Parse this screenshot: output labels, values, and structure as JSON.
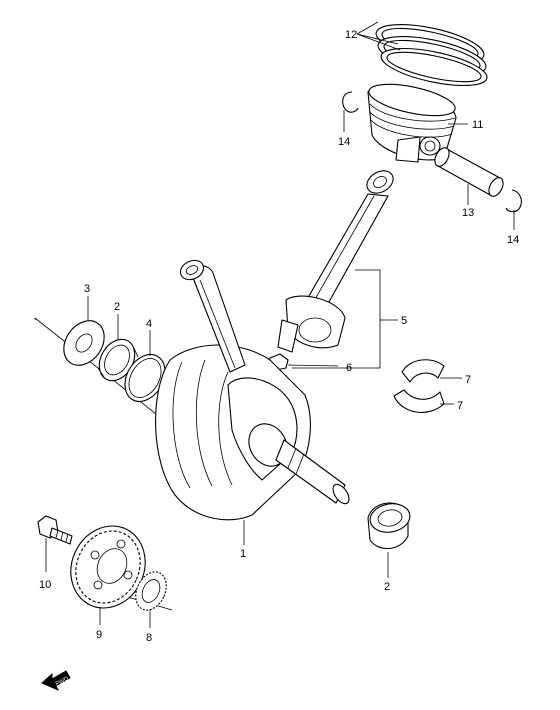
{
  "labels": {
    "p1": "1",
    "p2a": "2",
    "p2b": "2",
    "p3": "3",
    "p4": "4",
    "p5": "5",
    "p6": "6",
    "p7a": "7",
    "p7b": "7",
    "p8": "8",
    "p9": "9",
    "p10": "10",
    "p11": "11",
    "p12": "12",
    "p13": "13",
    "p14a": "14",
    "p14b": "14"
  },
  "fwd_marker": "FWD"
}
